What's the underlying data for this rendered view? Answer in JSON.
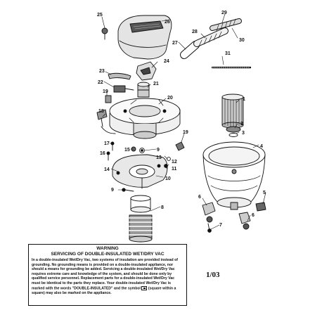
{
  "callouts": [
    "25",
    "26",
    "29",
    "28",
    "27",
    "30",
    "31",
    "24",
    "23",
    "22",
    "21",
    "19",
    "20",
    "18",
    "1",
    "2",
    "3",
    "19",
    "17",
    "4",
    "16",
    "15",
    "9",
    "13",
    "14",
    "12",
    "11",
    "10",
    "9",
    "5",
    "6",
    "8",
    "7",
    "6"
  ],
  "warning": {
    "title": "WARNING",
    "subtitle": "SERVICING OF DOUBLE-INSULATED WET/DRY VAC",
    "body_before_symbol": "In a double-insulated Wet/Dry Vac, two systems of insulation are provided instead of grounding. No grounding means is provided on a double-insulated appliance, nor should a means for grounding be added. Servicing a double-insulated Wet/Dry Vac requires extreme care and knowledge of the system, and should be done only by qualified service personnel. Replacement parts for a double-insulated Wet/Dry Vac must be identical to the parts they replace. Your double-insulated Wet/Dry Vac is marked with the words \"DOUBLE-INSULATED\" and the symbol",
    "body_after_symbol": "(square within a square) may also be marked on the appliance."
  },
  "date_code": "1/03"
}
